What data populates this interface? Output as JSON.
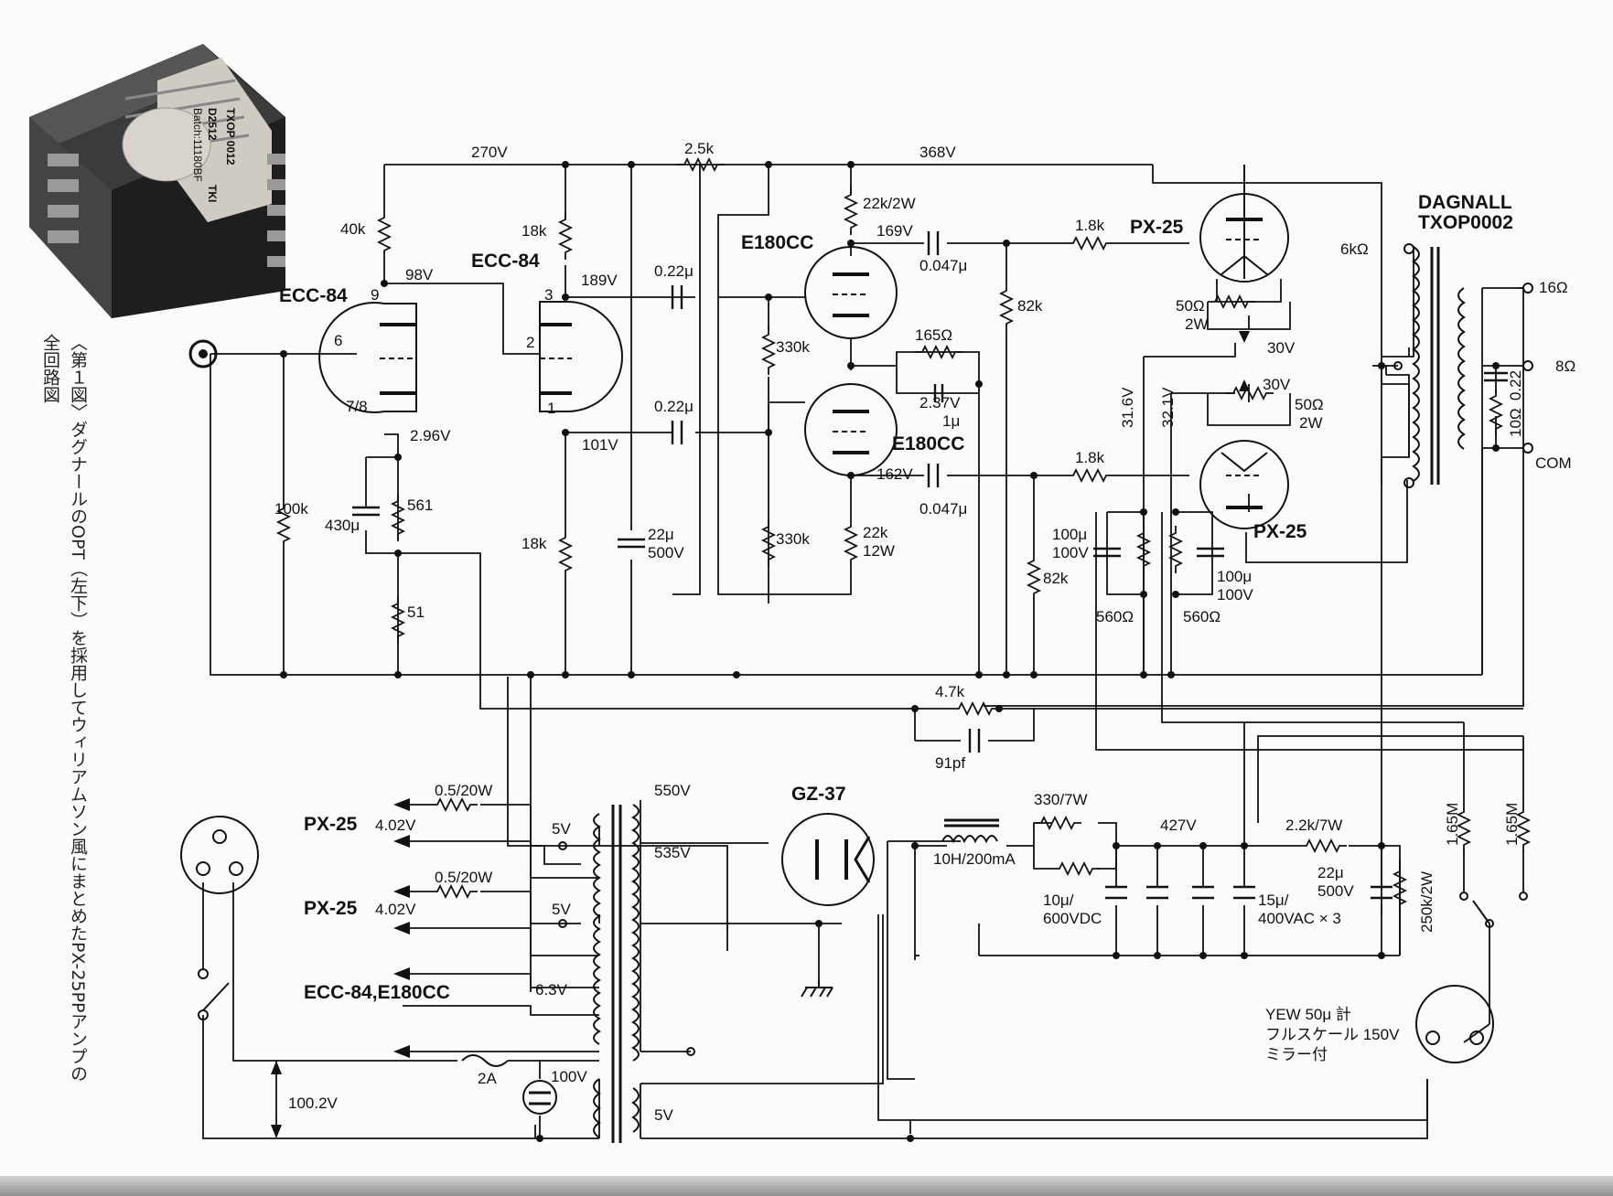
{
  "caption": {
    "line1": "〈第１図〉ダグナールのOPT（左下）を採用してウィリアムソン風にまとめたPX-25PPアンプの",
    "line2": "全回路図"
  },
  "photo": {
    "label_model": "TXOP 0012",
    "label_code": "D2512",
    "label_batch": "Batch:11180BF",
    "label_brand": "TKI"
  },
  "tubes": {
    "v1": "ECC-84",
    "v2": "ECC-84",
    "v3": "E180CC",
    "v4": "E180CC",
    "out1": "PX-25",
    "out2": "PX-25",
    "rect": "GZ-37"
  },
  "output_transformer": {
    "maker": "DAGNALL",
    "model": "TXOP0002",
    "primary": "6kΩ",
    "tap16": "16Ω",
    "tap8": "8Ω",
    "com": "COM",
    "zobel_r": "10Ω",
    "zobel_c": "0.22"
  },
  "voltages": {
    "b270": "270V",
    "b368": "368V",
    "v98": "98V",
    "v189": "189V",
    "v296": "2.96V",
    "v101": "101V",
    "v169": "169V",
    "v162": "162V",
    "v237": "2.37V",
    "v316": "31.6V",
    "v321": "32.1V",
    "v30a": "30V",
    "v30b": "30V",
    "v427": "427V"
  },
  "pins": {
    "p9": "9",
    "p6": "6",
    "p78": "7/8",
    "p3": "3",
    "p2": "2",
    "p1": "1"
  },
  "components": {
    "r25k": "2.5k",
    "r40k": "40k",
    "r18k_a": "18k",
    "r18k_b": "18k",
    "r22k2w": "22k/2W",
    "r330k_a": "330k",
    "r330k_b": "330k",
    "r22k12w_a": "22k",
    "r22k12w_b": "12W",
    "r100k": "100k",
    "r561": "561",
    "r51": "51",
    "c430": "430μ",
    "c022a": "0.22μ",
    "c022b": "0.22μ",
    "c22u_a": "22μ",
    "c22u_b": "500V",
    "r165": "165Ω",
    "c1u": "1μ",
    "c0047a": "0.047μ",
    "c0047b": "0.047μ",
    "r82k_a": "82k",
    "r82k_b": "82k",
    "r18k_grid_a": "1.8k",
    "r18k_grid_b": "1.8k",
    "pot_a1": "50Ω",
    "pot_a2": "2W",
    "pot_b1": "50Ω",
    "pot_b2": "2W",
    "ck_a1": "100μ",
    "ck_a2": "100V",
    "ck_b1": "100μ",
    "ck_b2": "100V",
    "rk_a": "560Ω",
    "rk_b": "560Ω",
    "nfb_r": "4.7k",
    "nfb_c": "91pf",
    "r0520_a": "0.5/20W",
    "r0520_b": "0.5/20W",
    "heat_a": "4.02V",
    "heat_b": "4.02V",
    "heat_lbl_a": "PX-25",
    "heat_lbl_b": "PX-25",
    "heat_lbl_c": "ECC-84,E180CC",
    "w5v_a": "5V",
    "w5v_b": "5V",
    "w63v": "6.3V",
    "w550": "550V",
    "w535": "535V",
    "w5v_rect": "5V",
    "fuse": "2A",
    "neon": "100V",
    "mains": "100.2V",
    "choke": "10H/200mA",
    "r330_7w": "330/7W",
    "r22k7w": "2.2k/7W",
    "c10u_a": "10μ/",
    "c10u_b": "600VDC",
    "c15u_a": "15μ/",
    "c15u_b": "400VAC × 3",
    "c22u2_a": "22μ",
    "c22u2_b": "500V",
    "r250k": "250k/2W",
    "r165m_a": "1.65M",
    "r165m_b": "1.65M",
    "meter_a": "YEW 50μ 計",
    "meter_b": "フルスケール 150V",
    "meter_c": "ミラー付"
  }
}
